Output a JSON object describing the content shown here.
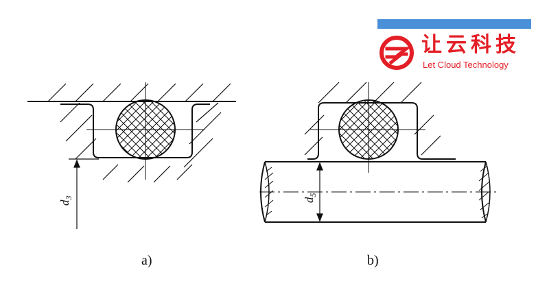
{
  "brand": {
    "name_cn": "让云科技",
    "name_en": "Let Cloud Technology",
    "bar_color": "#4a90d9",
    "brand_color": "#e41e26",
    "logo_icon": "let-cloud-logo-icon"
  },
  "figure_a": {
    "label": "a)",
    "dimension_symbol": "d",
    "dimension_subscript": "3"
  },
  "figure_b": {
    "label": "b)",
    "dimension_symbol": "d",
    "dimension_subscript": "5"
  }
}
